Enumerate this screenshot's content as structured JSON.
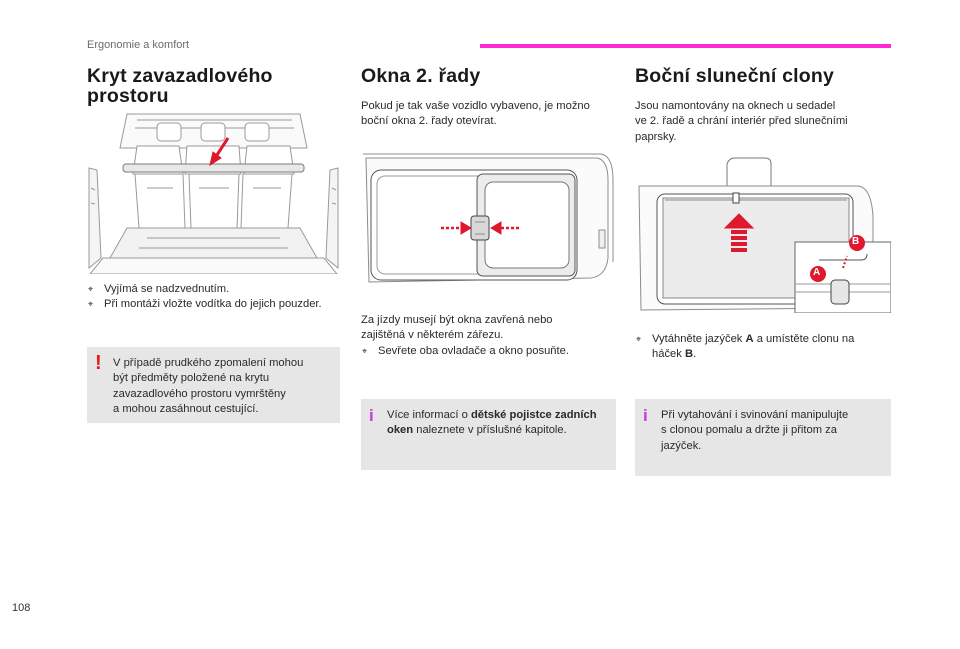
{
  "header": {
    "section": "Ergonomie a komfort",
    "accent_color": "#ff2ad4"
  },
  "page_number": "108",
  "columns": [
    {
      "title_line1": "Kryt zavazadlového",
      "title_line2": "prostoru",
      "bullets": [
        "Vyjímá se nadzvednutím.",
        "Při montáži vložte vodítka do jejich pouzder."
      ],
      "warning": {
        "line1": "V případě prudkého zpomalení mohou",
        "line2": "být předměty položené na krytu",
        "line3": "zavazadlového prostoru vymrštěny",
        "line4": "a mohou zasáhnout cestující."
      }
    },
    {
      "title": "Okna 2. řady",
      "intro_line1": "Pokud je tak vaše vozidlo vybaveno, je možno",
      "intro_line2": "boční okna 2. řady otevírat.",
      "body_line1": "Za jízdy musejí být okna zavřená nebo",
      "body_line2": "zajištěná v některém zářezu.",
      "bullets": [
        "Sevřete oba ovladače a okno posuňte."
      ],
      "info": {
        "pre": "Více informací o ",
        "bold1": "dětské pojistce zadních",
        "bold2": "oken",
        "post": " naleznete v příslušné kapitole."
      }
    },
    {
      "title": "Boční sluneční clony",
      "intro_line1": "Jsou namontovány na oknech u sedadel",
      "intro_line2": "ve 2. řadě a chrání interiér před slunečními",
      "intro_line3": "paprsky.",
      "figure_labels": {
        "a": "A",
        "b": "B"
      },
      "instruction": {
        "pre": "Vytáhněte jazýček ",
        "a": "A",
        "mid": " a umístěte clonu na",
        "line2_pre": "háček ",
        "b": "B",
        "line2_post": "."
      },
      "info": {
        "line1": "Při vytahování i svinování manipulujte",
        "line2": "s clonou pomalu a držte ji přitom za",
        "line3": "jazýček."
      }
    }
  ],
  "icons": {
    "bullet": "⌖",
    "warning": "!",
    "info": "i",
    "warning_color": "#e01c1c",
    "info_color": "#c838e0",
    "arrow_color": "#e0182d"
  }
}
